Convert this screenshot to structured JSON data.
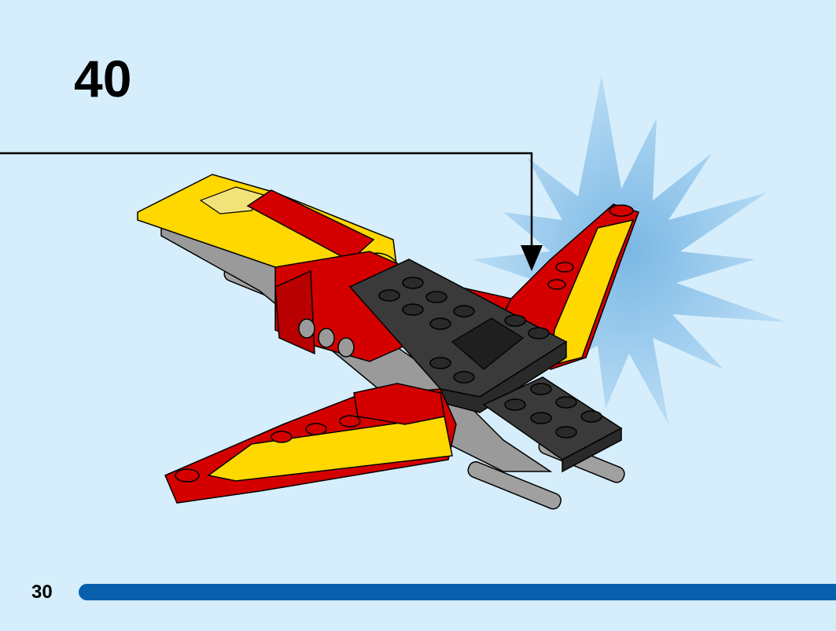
{
  "step": {
    "number": "40"
  },
  "footer": {
    "page_number": "30"
  },
  "colors": {
    "background": "#d6eefc",
    "progress_bar": "#0a5fad",
    "burst": "#8cc3ea",
    "red": "#d40000",
    "yellow": "#ffd800",
    "dark_gray": "#3a3a3a",
    "light_gray": "#a0a0a0"
  },
  "illustration": {
    "subject": "red-yellow-jet-model",
    "callout": "burst-highlight"
  }
}
